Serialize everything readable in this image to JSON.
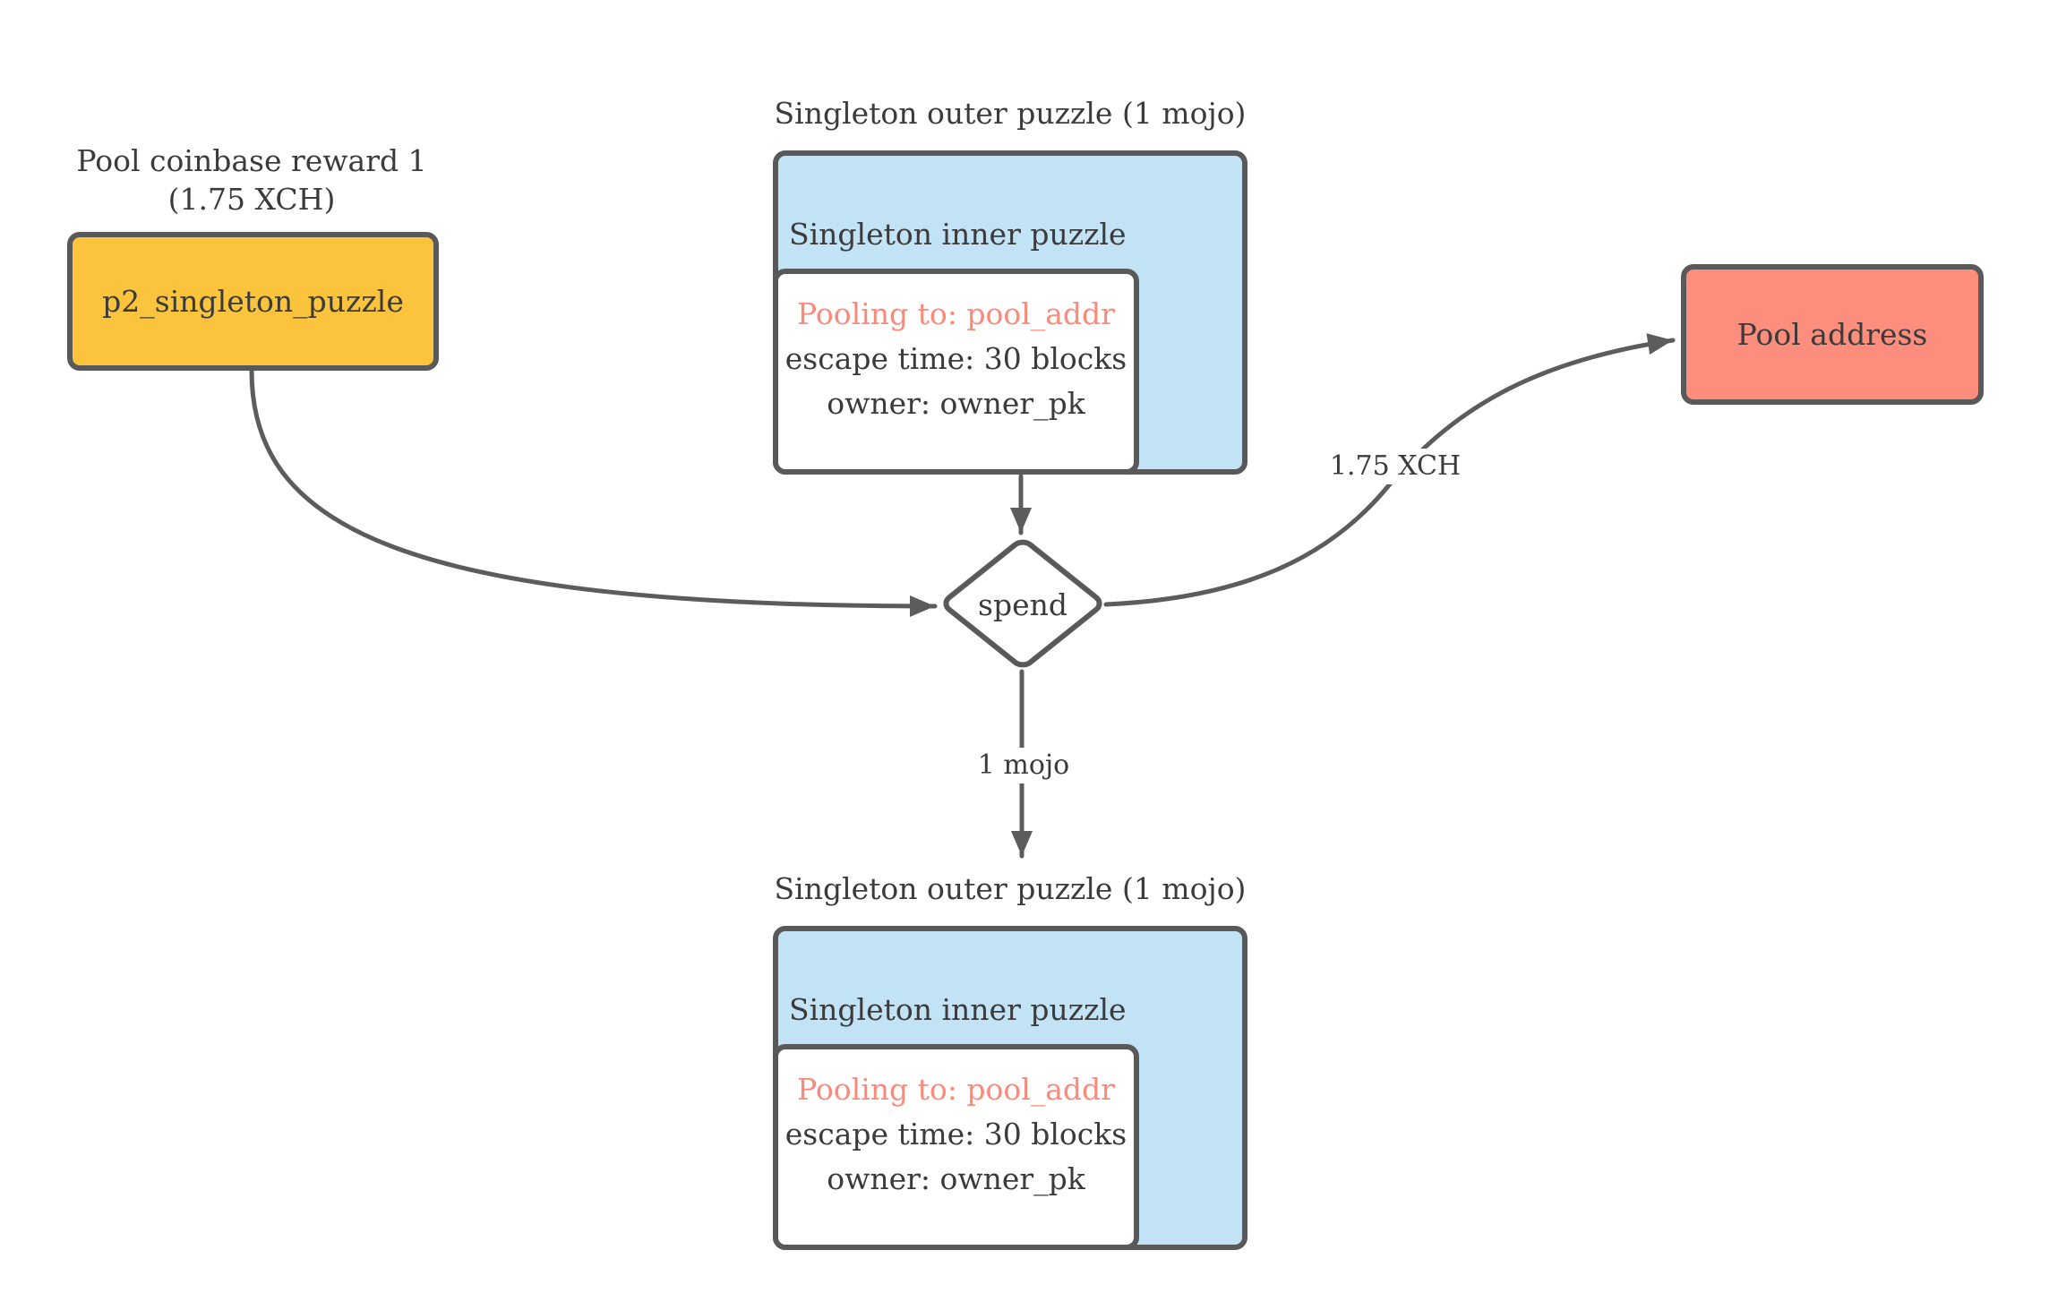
{
  "colors": {
    "background": "#ffffff",
    "border": "#595959",
    "arrow": "#5c5c5c",
    "text": "#3b3b3b",
    "coinbase_fill": "#FBC43C",
    "singleton_fill": "#C2E2F6",
    "pool_fill": "#FD8E7E",
    "pooling_text": "#FB8A7B"
  },
  "coinbase": {
    "caption": [
      "Pool coinbase reward 1",
      "(1.75 XCH)"
    ],
    "label": "p2_singleton_puzzle"
  },
  "singleton_top": {
    "title": "Singleton outer puzzle (1 mojo)",
    "inner_title": "Singleton inner puzzle",
    "pooling": "Pooling to: pool_addr",
    "escape": "escape time: 30 blocks",
    "owner": "owner: owner_pk"
  },
  "singleton_bottom": {
    "title": "Singleton outer puzzle (1 mojo)",
    "inner_title": "Singleton inner puzzle",
    "pooling": "Pooling to: pool_addr",
    "escape": "escape time: 30 blocks",
    "owner": "owner: owner_pk"
  },
  "spend": {
    "label": "spend"
  },
  "pool": {
    "label": "Pool address"
  },
  "edges": {
    "spend_to_pool_label": "1.75 XCH",
    "spend_to_singleton_label": "1 mojo"
  }
}
